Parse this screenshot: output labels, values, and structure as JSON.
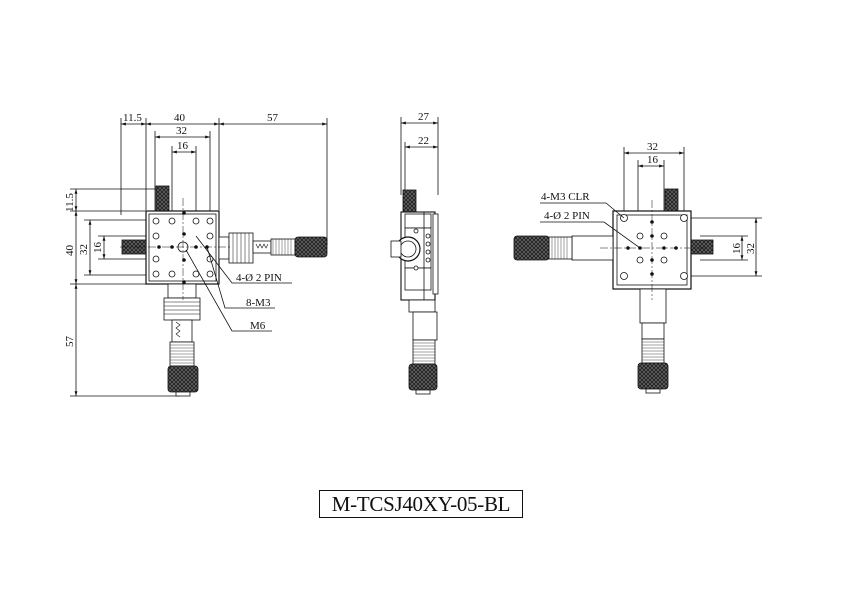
{
  "title": "M-TCSJ40XY-05-BL",
  "front_view": {
    "dims_top": [
      "11.5",
      "40",
      "32",
      "16",
      "57"
    ],
    "dims_left": [
      "11.5",
      "40",
      "32",
      "16",
      "57"
    ],
    "callouts": [
      "4-Ø 2 PIN",
      "8-M3",
      "M6"
    ]
  },
  "side_view": {
    "dims_top": [
      "27",
      "22"
    ]
  },
  "rear_view": {
    "dims_top": [
      "32",
      "16"
    ],
    "dims_right": [
      "16",
      "32"
    ],
    "callouts": [
      "4-M3 CLR",
      "4-Ø 2 PIN"
    ]
  }
}
